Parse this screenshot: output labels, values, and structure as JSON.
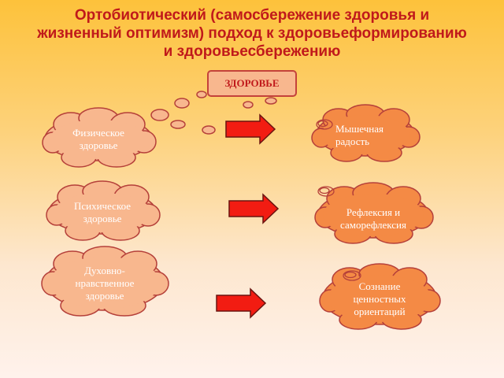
{
  "title": {
    "line1": "Ортобиотический (самосбережение здоровья  и",
    "line2": "жизненный оптимизм) подход к здоровьеформированию",
    "line3": "и здоровьесбережению"
  },
  "center_box": "ЗДОРОВЬЕ",
  "left_clouds": [
    {
      "line1": "Физическое",
      "line2": "здоровье",
      "line3": ""
    },
    {
      "line1": "Психическое",
      "line2": "здоровье",
      "line3": ""
    },
    {
      "line1": "Духовно-",
      "line2": "нравственное",
      "line3": "здоровье"
    }
  ],
  "right_clouds": [
    {
      "line1": "Мышечная",
      "line2": "радость",
      "line3": ""
    },
    {
      "line1": "Рефлексия и",
      "line2": "саморефлексия",
      "line3": ""
    },
    {
      "line1": "Сознание",
      "line2": "ценностных",
      "line3": "ориентаций"
    }
  ],
  "colors": {
    "title": "#c0191b",
    "cloud_left": "#f8b78e",
    "cloud_right": "#f48a45",
    "cloud_outline": "#b5403a",
    "arrow_fill": "#f21c12"
  }
}
